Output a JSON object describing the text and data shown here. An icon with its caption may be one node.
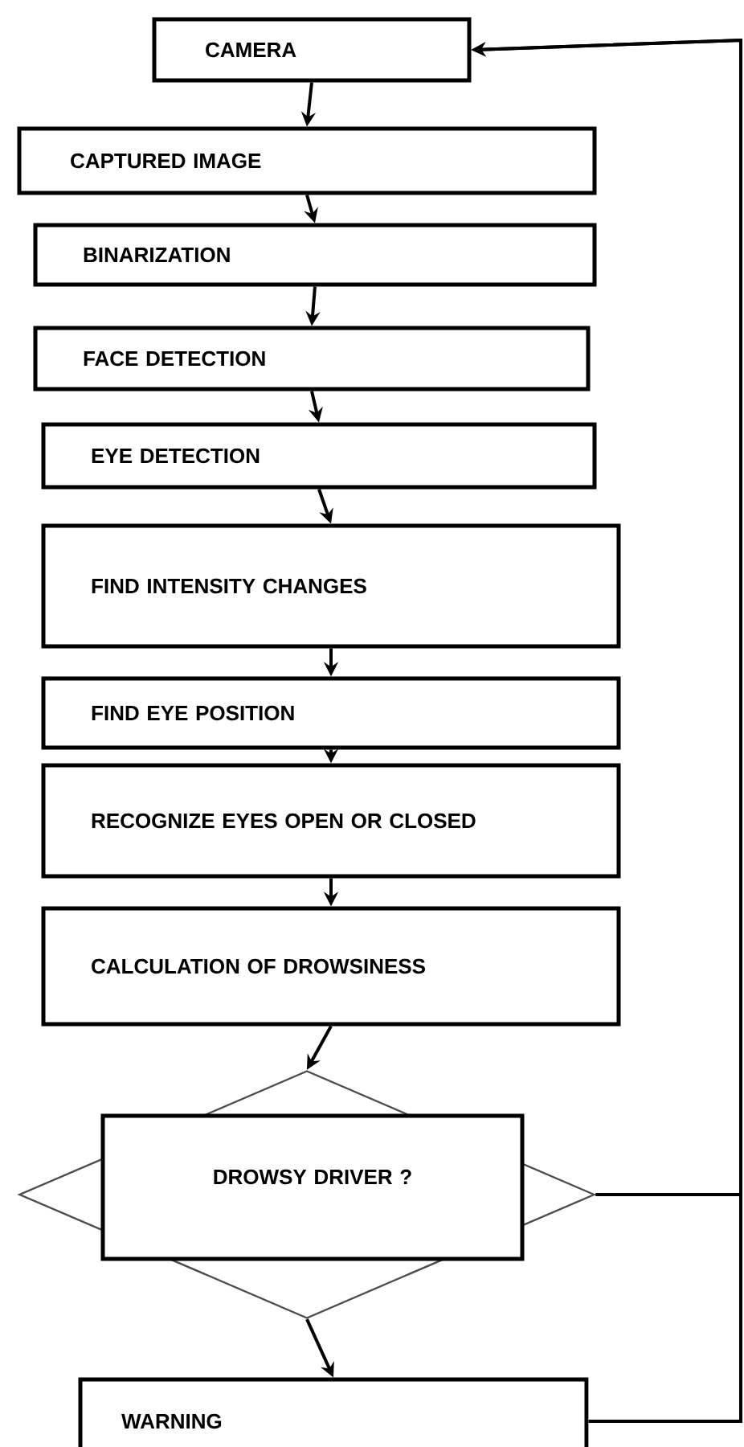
{
  "diagram": {
    "nodes": [
      {
        "text": [
          "CAMERA"
        ]
      },
      {
        "text": [
          "CAPTURED IMAGE"
        ]
      },
      {
        "text": [
          "BINARIZATION"
        ]
      },
      {
        "text": [
          "FACE DETECTION"
        ]
      },
      {
        "text": [
          "EYE DETECTION"
        ]
      },
      {
        "text": [
          "FIND INTENSITY CHANGES"
        ]
      },
      {
        "text": [
          "FIND EYE POSITION"
        ]
      },
      {
        "text": [
          "RECOGNIZE EYES OPEN OR CLOSED"
        ]
      },
      {
        "text": [
          "CALCULATION OF DROWSINESS"
        ]
      },
      {
        "text": [
          "DROWSY DRIVER ?"
        ]
      },
      {
        "text": [
          "WARNING"
        ]
      }
    ],
    "edges": [
      {
        "from": 0,
        "to": 1,
        "arrow": "to"
      },
      {
        "from": 1,
        "to": 2,
        "arrow": "to"
      },
      {
        "from": 2,
        "to": 3,
        "arrow": "to"
      },
      {
        "from": 3,
        "to": 4,
        "arrow": "to"
      },
      {
        "from": 4,
        "to": 5,
        "arrow": "to"
      },
      {
        "from": 5,
        "to": 6,
        "arrow": "to"
      },
      {
        "from": 6,
        "to": 7,
        "arrow": "to"
      },
      {
        "from": 7,
        "to": 8,
        "arrow": "to"
      },
      {
        "from": 8,
        "to": 9,
        "arrow": "to"
      },
      {
        "from": 9,
        "to": 10,
        "arrow": "to"
      },
      {
        "from": 9,
        "to": 0,
        "arrow": "to"
      },
      {
        "from": 10,
        "to": 0,
        "arrow": "to"
      }
    ]
  }
}
